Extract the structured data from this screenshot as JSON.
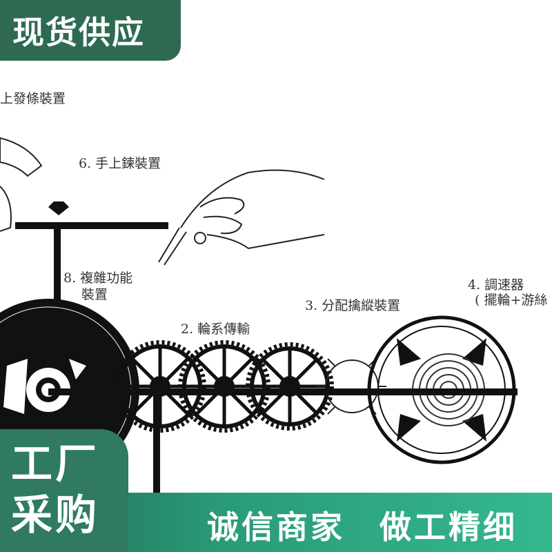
{
  "badges": {
    "top": "现货供应",
    "bottom_line1": "工厂",
    "bottom_line2": "采购"
  },
  "slogans": {
    "left": "诚信商家",
    "right": "做工精细"
  },
  "labels": {
    "mainspring": "上發條裝置",
    "hand_winding": "6. 手上鍊裝置",
    "complication_l1": "8. 複雜功能",
    "complication_l2": "裝置",
    "gear_train": "2. 輪系傳輸",
    "escapement": "3. 分配擒縱裝置",
    "regulator_l1": "4. 調速器",
    "regulator_l2": "( 擺輪+游絲"
  },
  "colors": {
    "badge_green": "#2e6a52",
    "bar_green_start": "#1f6b54",
    "bar_green_end": "#34b890",
    "ink": "#111111"
  }
}
